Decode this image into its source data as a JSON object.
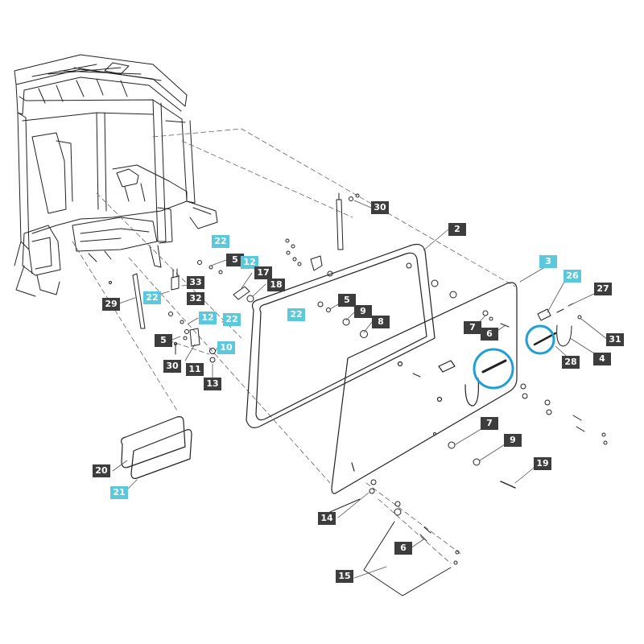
{
  "colors": {
    "label_dark": "#3d3d3d",
    "label_light": "#5bc8dc",
    "highlight_circle": "#1e9fd6",
    "line": "#222222",
    "leader": "#555555"
  },
  "callouts": [
    {
      "id": "c30a",
      "number": "30",
      "style": "dark"
    },
    {
      "id": "c2",
      "number": "2",
      "style": "dark"
    },
    {
      "id": "c22a",
      "number": "22",
      "style": "light"
    },
    {
      "id": "c5a",
      "number": "5",
      "style": "dark"
    },
    {
      "id": "c12a",
      "number": "12",
      "style": "light"
    },
    {
      "id": "c17",
      "number": "17",
      "style": "dark"
    },
    {
      "id": "c18",
      "number": "18",
      "style": "dark"
    },
    {
      "id": "c33",
      "number": "33",
      "style": "dark"
    },
    {
      "id": "c32",
      "number": "32",
      "style": "dark"
    },
    {
      "id": "c29",
      "number": "29",
      "style": "dark"
    },
    {
      "id": "c22b",
      "number": "22",
      "style": "light"
    },
    {
      "id": "c3",
      "number": "3",
      "style": "light"
    },
    {
      "id": "c26",
      "number": "26",
      "style": "light"
    },
    {
      "id": "c27",
      "number": "27",
      "style": "dark"
    },
    {
      "id": "c5b",
      "number": "5",
      "style": "dark"
    },
    {
      "id": "c22c",
      "number": "22",
      "style": "light"
    },
    {
      "id": "c9a",
      "number": "9",
      "style": "dark"
    },
    {
      "id": "c8",
      "number": "8",
      "style": "dark"
    },
    {
      "id": "c12b",
      "number": "12",
      "style": "light"
    },
    {
      "id": "c22d",
      "number": "22",
      "style": "light"
    },
    {
      "id": "c5c",
      "number": "5",
      "style": "dark"
    },
    {
      "id": "c10",
      "number": "10",
      "style": "light"
    },
    {
      "id": "c30b",
      "number": "30",
      "style": "dark"
    },
    {
      "id": "c11",
      "number": "11",
      "style": "dark"
    },
    {
      "id": "c13",
      "number": "13",
      "style": "dark"
    },
    {
      "id": "c7a",
      "number": "7",
      "style": "dark"
    },
    {
      "id": "c6a",
      "number": "6",
      "style": "dark"
    },
    {
      "id": "c31",
      "number": "31",
      "style": "dark"
    },
    {
      "id": "c28",
      "number": "28",
      "style": "dark"
    },
    {
      "id": "c4",
      "number": "4",
      "style": "dark"
    },
    {
      "id": "c7b",
      "number": "7",
      "style": "dark"
    },
    {
      "id": "c9b",
      "number": "9",
      "style": "dark"
    },
    {
      "id": "c19",
      "number": "19",
      "style": "dark"
    },
    {
      "id": "c20",
      "number": "20",
      "style": "dark"
    },
    {
      "id": "c21",
      "number": "21",
      "style": "light"
    },
    {
      "id": "c14",
      "number": "14",
      "style": "dark"
    },
    {
      "id": "c6b",
      "number": "6",
      "style": "dark"
    },
    {
      "id": "c15",
      "number": "15",
      "style": "dark"
    }
  ]
}
